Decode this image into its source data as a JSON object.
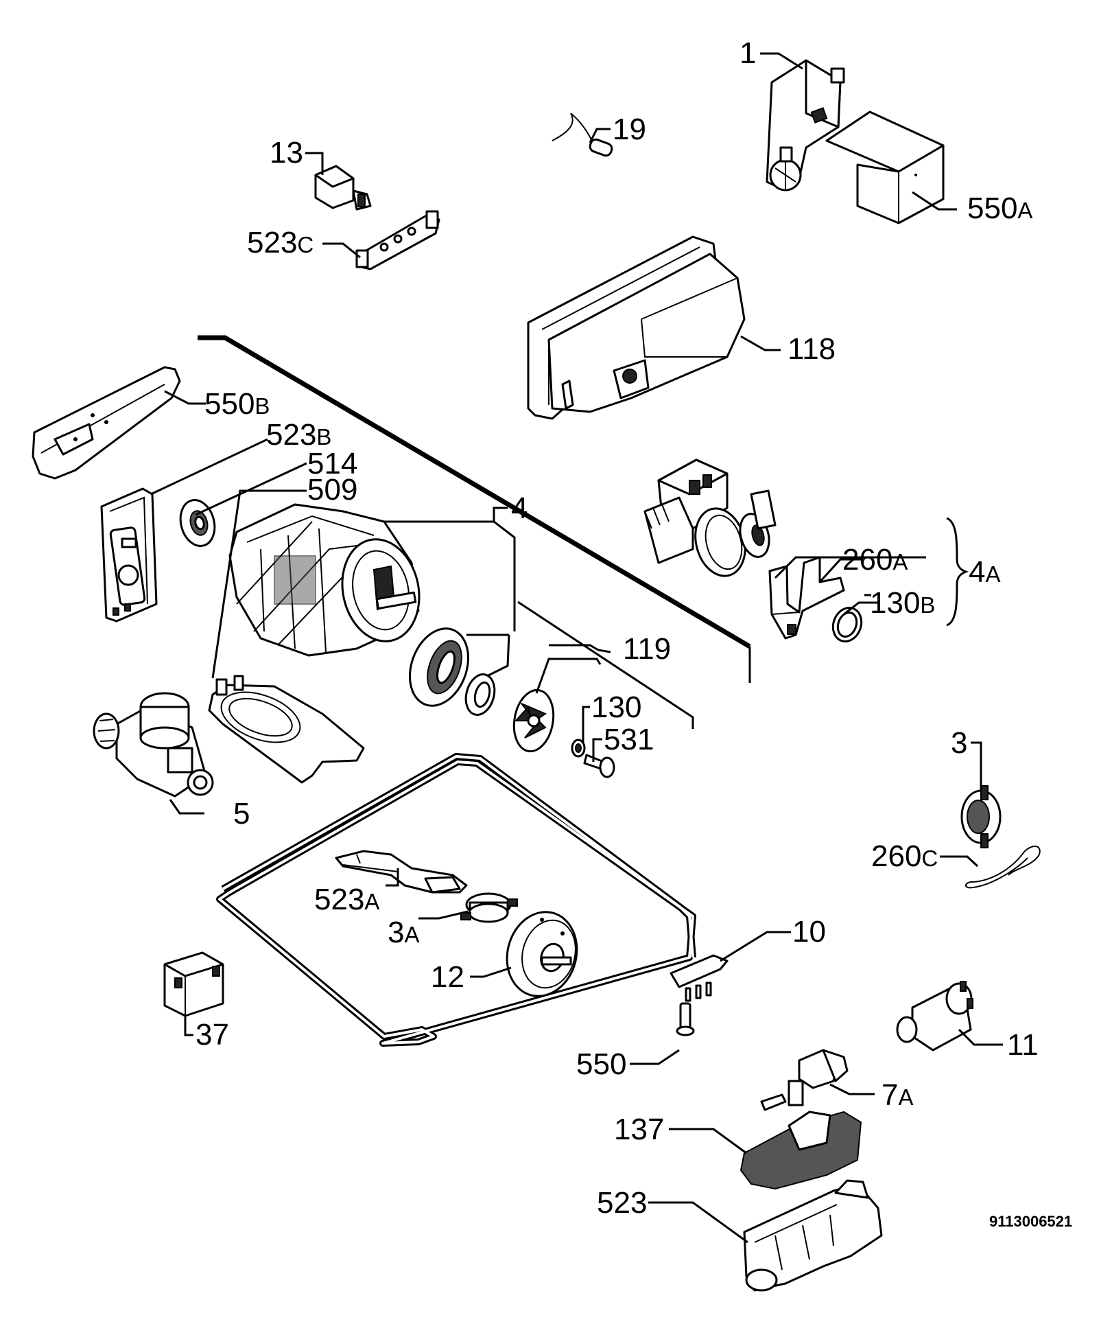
{
  "reference_code": "9113006521",
  "labels": {
    "p1": "1",
    "p19": "19",
    "p13": "13",
    "p550a": "550",
    "p550a_s": "A",
    "p523c": "523",
    "p523c_s": "C",
    "p118": "118",
    "p550b": "550",
    "p550b_s": "B",
    "p523b": "523",
    "p523b_s": "B",
    "p514": "514",
    "p509": "509",
    "p4": "4",
    "p260a": "260",
    "p260a_s": "A",
    "p4a": "4",
    "p4a_s": "A",
    "p130b": "130",
    "p130b_s": "B",
    "p119": "119",
    "p130": "130",
    "p531": "531",
    "p3": "3",
    "p5": "5",
    "p260c": "260",
    "p260c_s": "C",
    "p523a": "523",
    "p523a_s": "A",
    "p3a": "3",
    "p3a_s": "A",
    "p10": "10",
    "p12": "12",
    "p37": "37",
    "p11": "11",
    "p550": "550",
    "p7a": "7",
    "p7a_s": "A",
    "p137": "137",
    "p523": "523"
  }
}
